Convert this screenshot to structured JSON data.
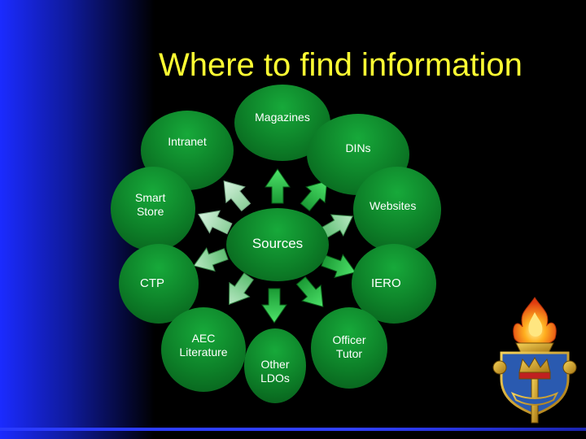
{
  "slide": {
    "title": "Where to find information"
  },
  "diagram": {
    "center": "Sources",
    "nodes": {
      "magazines": "Magazines",
      "intranet": "Intranet",
      "dins": "DINs",
      "smart_store": "Smart\nStore",
      "websites": "Websites",
      "ctp": "CTP",
      "iero": "IERO",
      "aec_literature": "AEC\nLiterature",
      "other_ldos": "Other\nLDOs",
      "officer_tutor": "Officer\nTutor"
    }
  },
  "colors": {
    "title": "#ffff33",
    "node_green": "#0d7f28",
    "background": "#000000",
    "side_blue": "#1b2bff"
  }
}
